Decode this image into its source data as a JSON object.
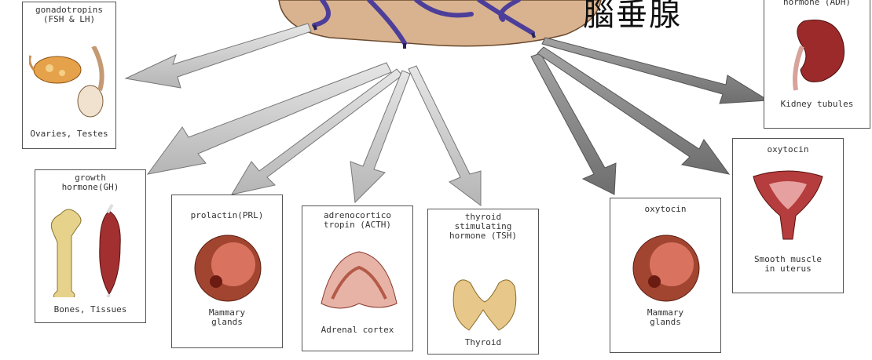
{
  "heading": "腦垂腺",
  "boxes": {
    "gonadotropins": {
      "hormone": "gonadotropins\n(FSH & LH)",
      "target": "Ovaries, Testes"
    },
    "growth": {
      "hormone": "growth\nhormone(GH)",
      "target": "Bones, Tissues"
    },
    "prolactin": {
      "hormone": "prolactin(PRL)",
      "target": "Mammary\nglands"
    },
    "acth": {
      "hormone": "adrenocortico\ntropin (ACTH)",
      "target": "Adrenal cortex"
    },
    "tsh": {
      "hormone": "thyroid\nstimulating\nhormone (TSH)",
      "target": "Thyroid"
    },
    "oxytocin_mammary": {
      "hormone": "oxytocin",
      "target": "Mammary\nglands"
    },
    "oxytocin_uterus": {
      "hormone": "oxytocin",
      "target": "Smooth muscle\nin uterus"
    },
    "adh": {
      "hormone": "hormone (ADH)",
      "target": "Kidney tubules"
    }
  },
  "colors": {
    "gland": "#d8b08c",
    "vessel": "#5a4a9a",
    "arrow_light": "#c9c9c9",
    "arrow_dark": "#8a8a8a",
    "organ_red": "#9c2a2a"
  }
}
